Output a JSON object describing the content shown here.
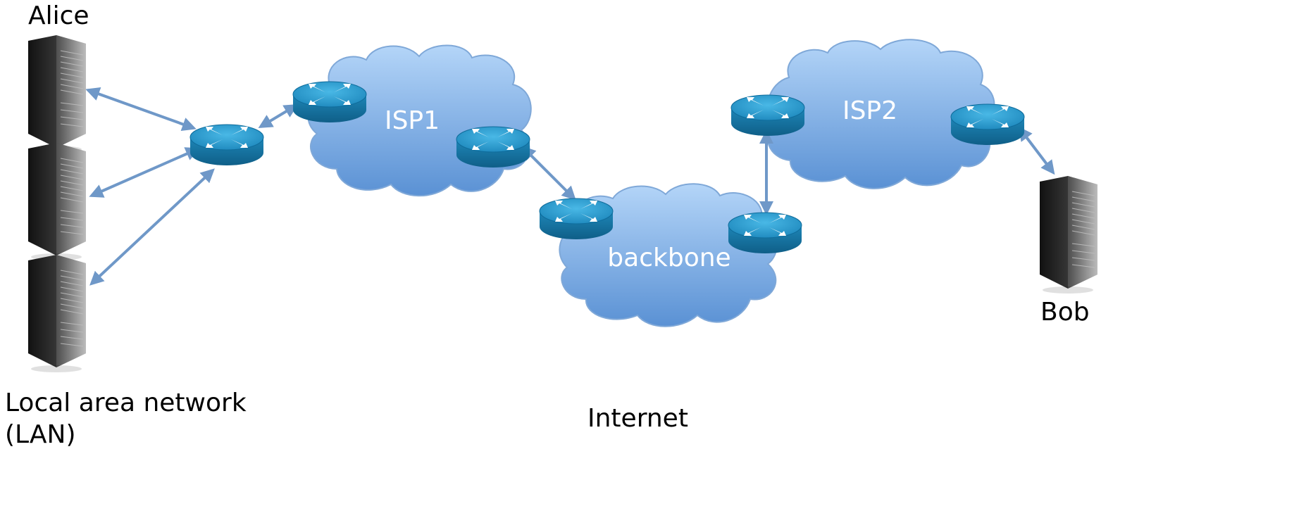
{
  "labels": {
    "alice": "Alice",
    "bob": "Bob",
    "lan_line1": "Local area network",
    "lan_line2": "(LAN)",
    "internet": "Internet"
  },
  "clouds": {
    "isp1": "ISP1",
    "isp2": "ISP2",
    "backbone": "backbone"
  },
  "colors": {
    "cloud_top": "#a9cdf6",
    "cloud_bottom": "#5b93d6",
    "router_body": "#1f8fc0",
    "link": "#6f98c8"
  }
}
